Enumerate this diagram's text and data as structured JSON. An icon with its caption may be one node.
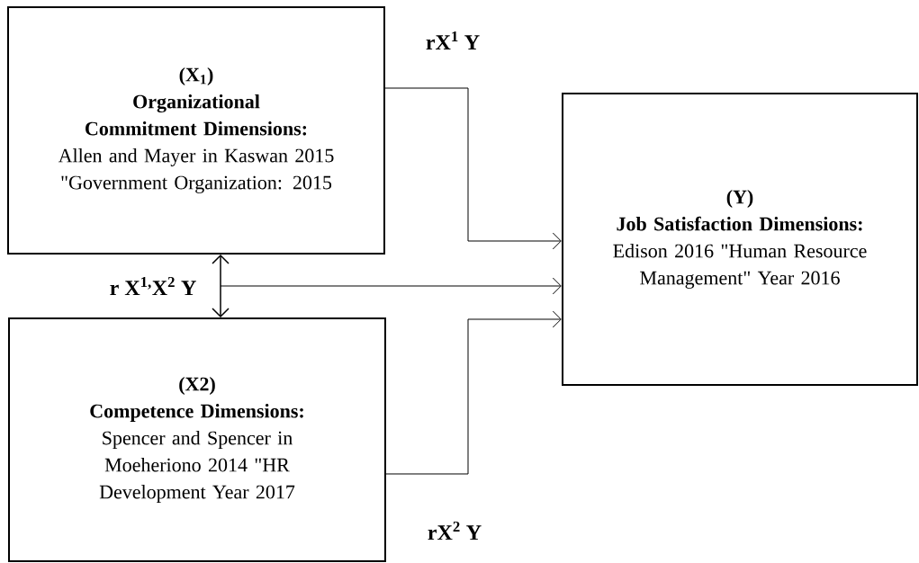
{
  "diagram": {
    "nodes": [
      {
        "text": [
          "(X$_{1}$)",
          "Organizational Commitment Dimensions:",
          "Allen and Mayer in Kaswan 2015 \"Government Organization: 2015"
        ]
      },
      {
        "text": [
          "(X2)",
          "Competence Dimensions:",
          "Spencer and Spencer in Moeheriono 2014 \"HR Development Year 2017"
        ]
      },
      {
        "text": [
          "(Y)",
          "Job Satisfaction Dimensions:",
          "Edison 2016 \"Human Resource Management\" Year 2016"
        ]
      }
    ],
    "edges": [
      {
        "from": 0,
        "to": 2,
        "arrow": "to",
        "label": "rX$^{1}$ Y"
      },
      {
        "from": 0,
        "to": 1,
        "arrow": "both",
        "label": "r X$^{1,}$X$^{2}$ Y"
      },
      {
        "from": null,
        "to": 2,
        "arrow": "to"
      },
      {
        "from": 1,
        "to": 2,
        "arrow": "to",
        "label": "rX$^{2}$ Y"
      }
    ]
  }
}
